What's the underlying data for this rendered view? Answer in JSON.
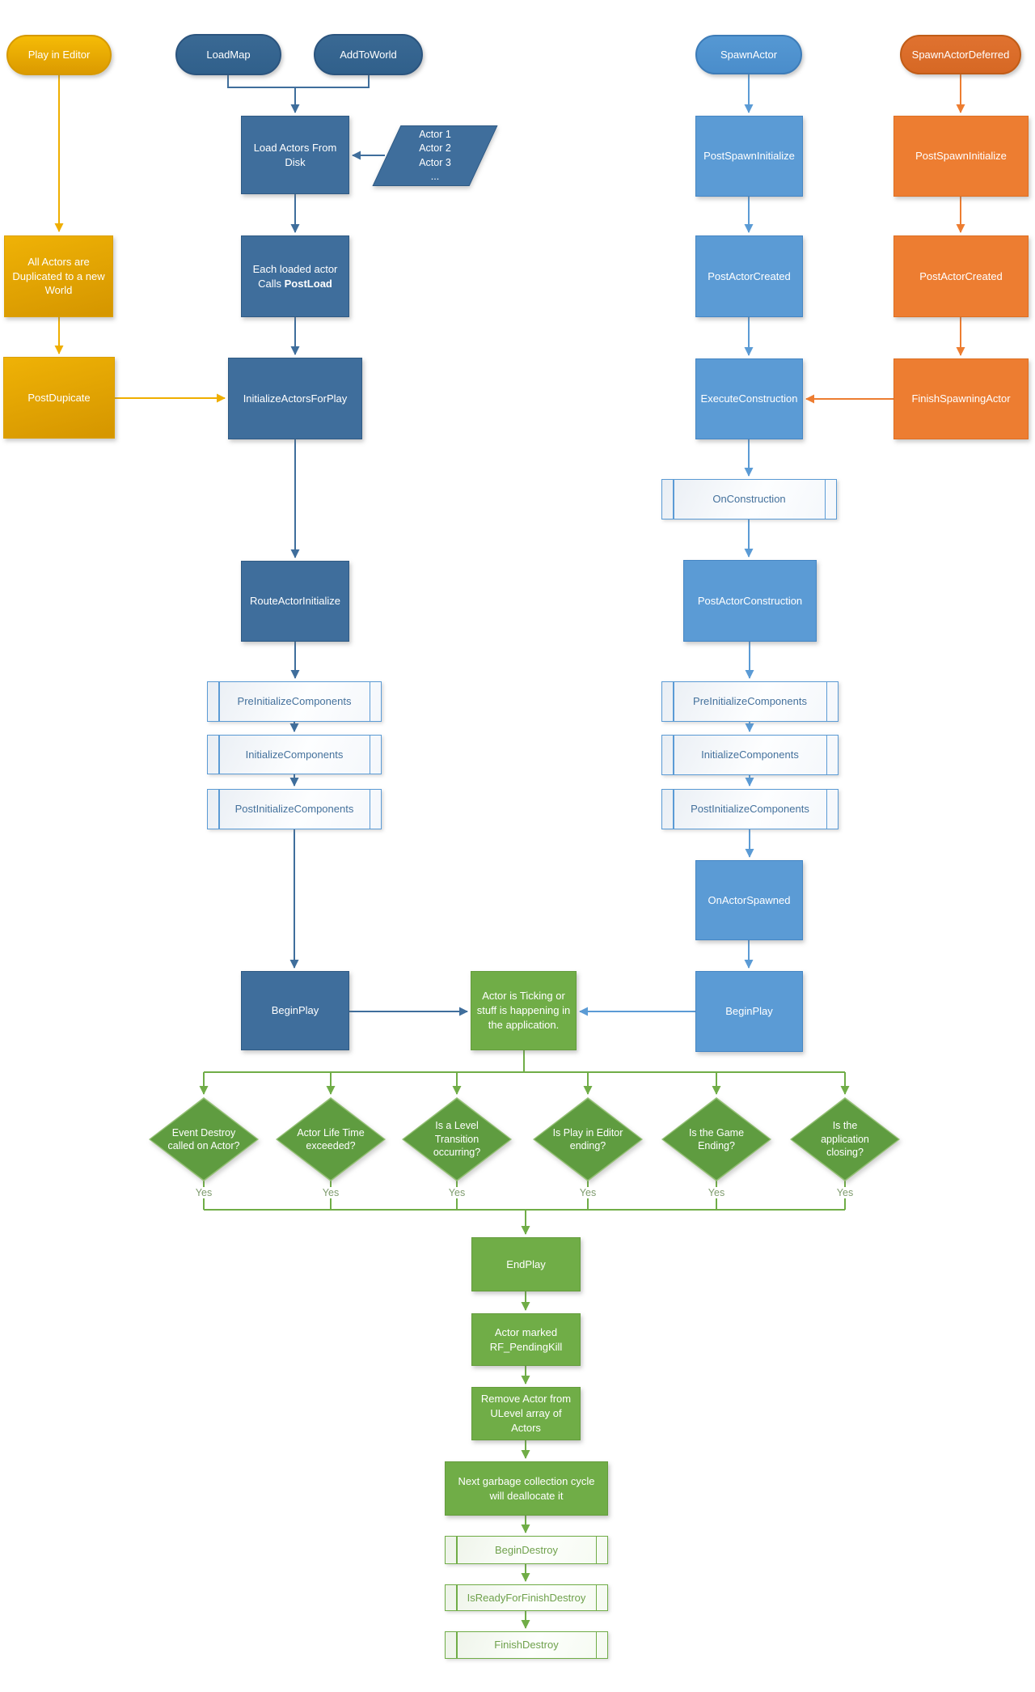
{
  "colors": {
    "gold": "#EFAE00",
    "dark_blue": "#3F6E9C",
    "light_blue": "#5B9BD5",
    "orange": "#ED7D31",
    "green": "#70AD47",
    "diamond_green": "#5F9C40"
  },
  "editor_branch": {
    "play_in_editor": "Play in Editor",
    "all_actors_duplicated": "All Actors are Duplicated to a new World",
    "postdupicate": "PostDupicate"
  },
  "load_branch": {
    "loadmap": "LoadMap",
    "addtoworld": "AddToWorld",
    "load_actors_from_disk": "Load Actors From Disk",
    "actor_list": [
      "Actor 1",
      "Actor 2",
      "Actor 3",
      "..."
    ],
    "each_loaded_actor": "Each loaded actor",
    "calls": "Calls",
    "postload": "PostLoad",
    "initializeactorsforplay": "InitializeActorsForPlay",
    "routeactorinitialize": "RouteActorInitialize",
    "preinitializecomponents": "PreInitializeComponents",
    "initializecomponents": "InitializeComponents",
    "postinitializecomponents": "PostInitializeComponents",
    "beginplay": "BeginPlay"
  },
  "spawn_branch": {
    "spawnactor": "SpawnActor",
    "postspawninitialize": "PostSpawnInitialize",
    "postactorcreated": "PostActorCreated",
    "executeconstruction": "ExecuteConstruction",
    "onconstruction": "OnConstruction",
    "postactorconstruction": "PostActorConstruction",
    "preinitializecomponents": "PreInitializeComponents",
    "initializecomponents": "InitializeComponents",
    "postinitializecomponents": "PostInitializeComponents",
    "onactorspawned": "OnActorSpawned",
    "beginplay": "BeginPlay"
  },
  "deferred_branch": {
    "spawnactordeferred": "SpawnActorDeferred",
    "postspawninitialize": "PostSpawnInitialize",
    "postactorcreated": "PostActorCreated",
    "finishspawningactor": "FinishSpawningActor"
  },
  "runtime": {
    "actor_ticking": "Actor is Ticking or stuff is happening in the application."
  },
  "decisions": {
    "yes": "Yes",
    "items": [
      "Event Destroy called on Actor?",
      "Actor Life Time exceeded?",
      "Is a Level Transition occurring?",
      "Is Play in Editor ending?",
      "Is the Game Ending?",
      "Is the application closing?"
    ]
  },
  "destroy_branch": {
    "endplay": "EndPlay",
    "actor_marked_rf_pendingkill": "Actor marked RF_PendingKill",
    "remove_actor_from_ulevel": "Remove Actor from ULevel array of Actors",
    "next_garbage_collection": "Next garbage collection cycle will deallocate it",
    "begindestroy": "BeginDestroy",
    "isreadyforfinishdestroy": "IsReadyForFinishDestroy",
    "finishdestroy": "FinishDestroy"
  }
}
